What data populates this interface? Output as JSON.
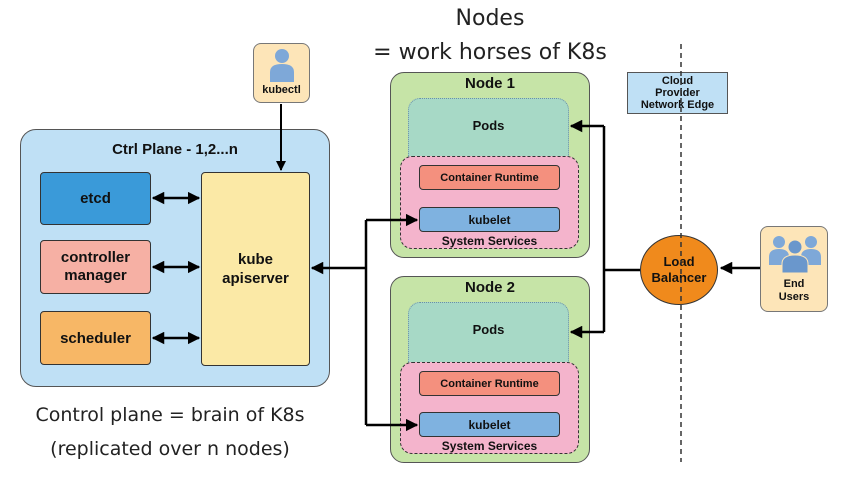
{
  "captions": {
    "nodes_title": "Nodes",
    "nodes_subtitle": "= work horses of K8s",
    "control_line1": "Control plane = brain of K8s",
    "control_line2": "(replicated over n nodes)"
  },
  "kubectl": {
    "label": "kubectl"
  },
  "control_plane": {
    "title": "Ctrl Plane - 1,2...n",
    "etcd": "etcd",
    "controller_line1": "controller",
    "controller_line2": "manager",
    "scheduler": "scheduler",
    "apiserver_line1": "kube",
    "apiserver_line2": "apiserver"
  },
  "nodes": [
    {
      "title": "Node 1",
      "pods": "Pods",
      "container_runtime": "Container Runtime",
      "kubelet": "kubelet",
      "system_services": "System Services"
    },
    {
      "title": "Node 2",
      "pods": "Pods",
      "container_runtime": "Container Runtime",
      "kubelet": "kubelet",
      "system_services": "System Services"
    }
  ],
  "cloud_edge": {
    "line1": "Cloud",
    "line2": "Provider",
    "line3": "Network Edge"
  },
  "load_balancer": {
    "line1": "Load",
    "line2": "Balancer"
  },
  "end_users": {
    "line1": "End",
    "line2": "Users"
  },
  "colors": {
    "ctrl_plane_bg": "#bfe0f5",
    "node_bg": "#c6e4a7",
    "etcd": "#3a9ad9",
    "controller_manager": "#f6b0a4",
    "scheduler": "#f7b766",
    "apiserver": "#fbe9a6",
    "load_balancer": "#f08a1c",
    "user_box": "#fde5b8",
    "person_icon": "#7ea8d8"
  }
}
